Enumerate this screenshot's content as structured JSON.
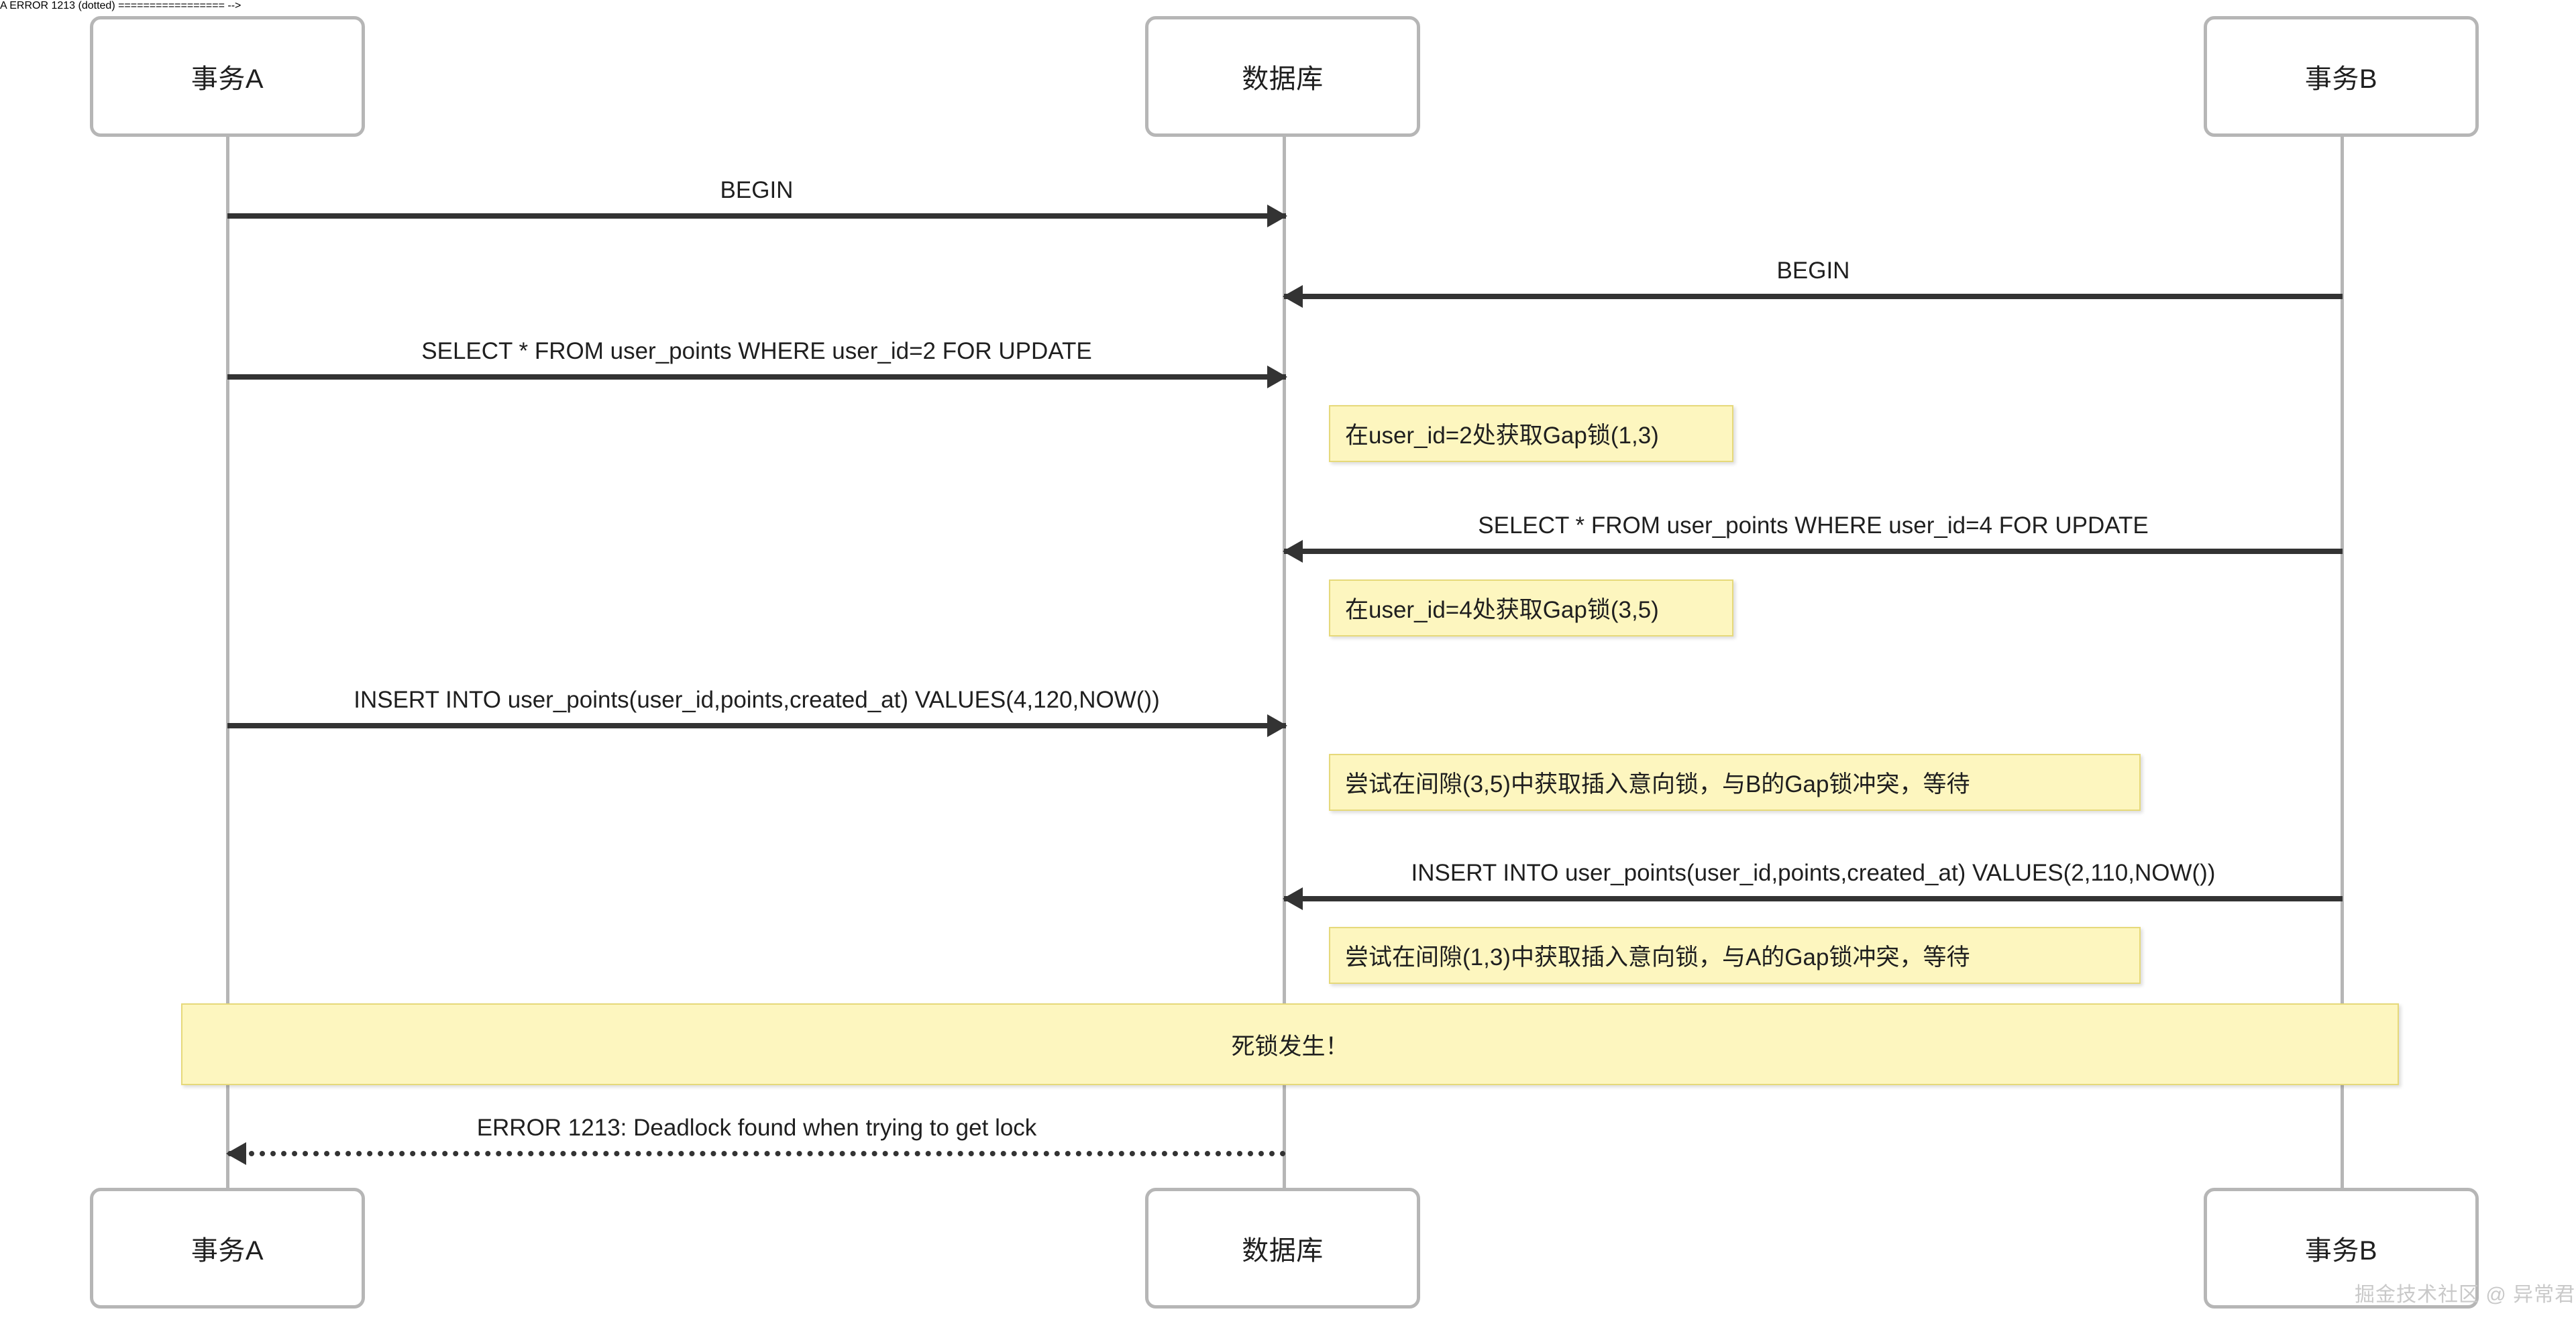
{
  "diagram": {
    "type": "sequence-diagram",
    "title": "MySQL Gap Lock Deadlock Sequence",
    "colors": {
      "actor_border": "#b6b6b6",
      "actor_fill": "#ffffff",
      "line": "#333333",
      "note_fill": "#fdf6bf",
      "note_border": "#e6d97a",
      "text": "#1f1f1f",
      "watermark": "#c9c9c9"
    },
    "participants": [
      {
        "id": "A",
        "label": "事务A"
      },
      {
        "id": "DB",
        "label": "数据库"
      },
      {
        "id": "B",
        "label": "事务B"
      }
    ],
    "messages": [
      {
        "id": "m1",
        "from": "A",
        "to": "DB",
        "direction": "right",
        "style": "solid",
        "label": "BEGIN"
      },
      {
        "id": "m2",
        "from": "B",
        "to": "DB",
        "direction": "left",
        "style": "solid",
        "label": "BEGIN"
      },
      {
        "id": "m3",
        "from": "A",
        "to": "DB",
        "direction": "right",
        "style": "solid",
        "label": "SELECT * FROM user_points WHERE user_id=2 FOR UPDATE"
      },
      {
        "id": "m4",
        "from": "B",
        "to": "DB",
        "direction": "left",
        "style": "solid",
        "label": "SELECT * FROM user_points WHERE user_id=4 FOR UPDATE"
      },
      {
        "id": "m5",
        "from": "A",
        "to": "DB",
        "direction": "right",
        "style": "solid",
        "label": "INSERT INTO user_points(user_id,points,created_at) VALUES(4,120,NOW())"
      },
      {
        "id": "m6",
        "from": "B",
        "to": "DB",
        "direction": "left",
        "style": "solid",
        "label": "INSERT INTO user_points(user_id,points,created_at) VALUES(2,110,NOW())"
      },
      {
        "id": "m7",
        "from": "DB",
        "to": "A",
        "direction": "left",
        "style": "dotted",
        "label": "ERROR 1213: Deadlock found when trying to get lock"
      }
    ],
    "notes": [
      {
        "id": "n1",
        "text": "在user_id=2处获取Gap锁(1,3)",
        "align": "left"
      },
      {
        "id": "n2",
        "text": "在user_id=4处获取Gap锁(3,5)",
        "align": "left"
      },
      {
        "id": "n3",
        "text": "尝试在间隙(3,5)中获取插入意向锁，与B的Gap锁冲突，等待",
        "align": "left"
      },
      {
        "id": "n4",
        "text": "尝试在间隙(1,3)中获取插入意向锁，与A的Gap锁冲突，等待",
        "align": "left"
      },
      {
        "id": "n5",
        "text": "死锁发生！",
        "align": "center"
      }
    ],
    "watermark": "掘金技术社区 @ 异常君"
  }
}
